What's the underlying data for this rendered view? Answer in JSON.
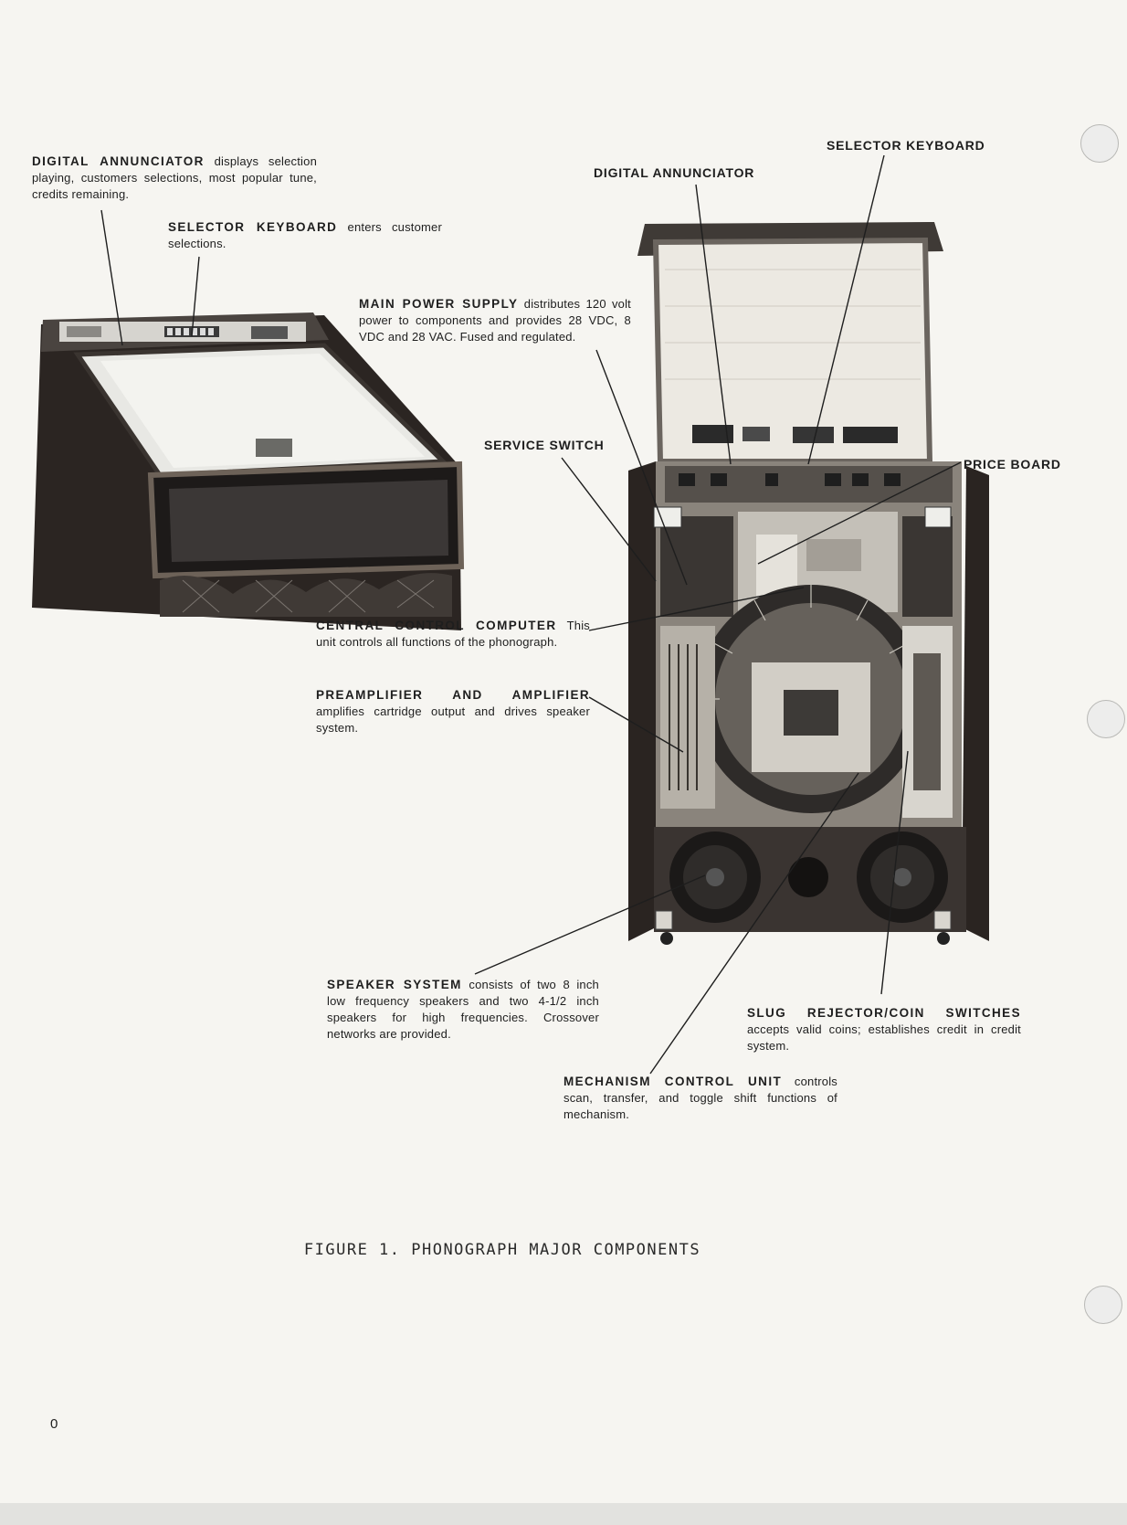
{
  "labels": {
    "digital_annunciator_left": {
      "head": "DIGITAL ANNUNCIATOR",
      "body": "displays selection playing, customers selections, most popular tune, credits remaining."
    },
    "selector_keyboard_left": {
      "head": "SELECTOR KEYBOARD",
      "body": "enters customer selections."
    },
    "main_power_supply": {
      "head": "MAIN POWER SUPPLY",
      "body": "distributes 120 volt power to components and provides 28 VDC, 8 VDC and 28 VAC. Fused and regulated."
    },
    "service_switch": "SERVICE SWITCH",
    "selector_keyboard_right": "SELECTOR KEYBOARD",
    "digital_annunciator_right": "DIGITAL ANNUNCIATOR",
    "price_board": "PRICE BOARD",
    "central_control_computer": {
      "head": "CENTRAL CONTROL COMPUTER",
      "body": "This unit controls all functions of the phonograph."
    },
    "preamplifier_amplifier": {
      "head": "PREAMPLIFIER AND AMPLIFIER",
      "body": "amplifies cartridge output and drives speaker system."
    },
    "speaker_system": {
      "head": "SPEAKER SYSTEM",
      "body": "consists of two 8 inch low frequency speakers and two 4-1/2 inch speakers for high frequencies. Crossover networks are provided."
    },
    "slug_rejector": {
      "head": "SLUG REJECTOR/COIN SWITCHES",
      "body": "accepts valid coins; establishes credit in credit system."
    },
    "mechanism_control": {
      "head": "MECHANISM CONTROL UNIT",
      "body": "controls scan, transfer, and toggle shift functions of mechanism."
    }
  },
  "caption": "FIGURE 1. PHONOGRAPH MAJOR COMPONENTS",
  "page_number": "0"
}
